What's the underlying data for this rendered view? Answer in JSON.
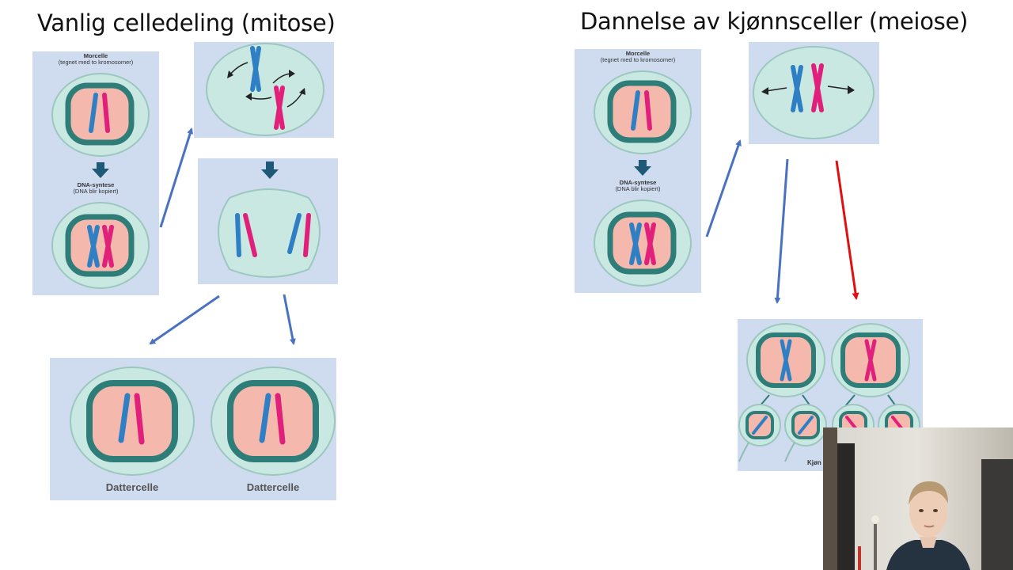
{
  "slide": {
    "left_title": "Vanlig celledeling (mitose)",
    "right_title": "Dannelse av kjønnsceller (meiose)"
  },
  "mitosis": {
    "mother_cell_label": "Morcelle",
    "mother_cell_sub": "(tegnet med to kromosomer)",
    "dna_label": "DNA-syntese",
    "dna_sub": "(DNA blir kopiert)",
    "daughter_cells": [
      "Dattercelle",
      "Dattercelle"
    ]
  },
  "meiosis": {
    "mother_cell_label": "Morcelle",
    "mother_cell_sub": "(tegnet med to kromosomer)",
    "dna_label": "DNA-syntese",
    "dna_sub": "(DNA blir kopiert)",
    "gamete_label_partial": "Kjøn"
  },
  "colors": {
    "panel_bg": "#cfdcf0",
    "cell_fill": "#c9e8e1",
    "nucleus_fill": "#f4b8ad",
    "chromosome_blue": "#2e7fc4",
    "chromosome_pink": "#e0207a",
    "arrow_blue": "#4a72c0",
    "arrow_red": "#e01010",
    "dark_arrow": "#1e5a78"
  }
}
